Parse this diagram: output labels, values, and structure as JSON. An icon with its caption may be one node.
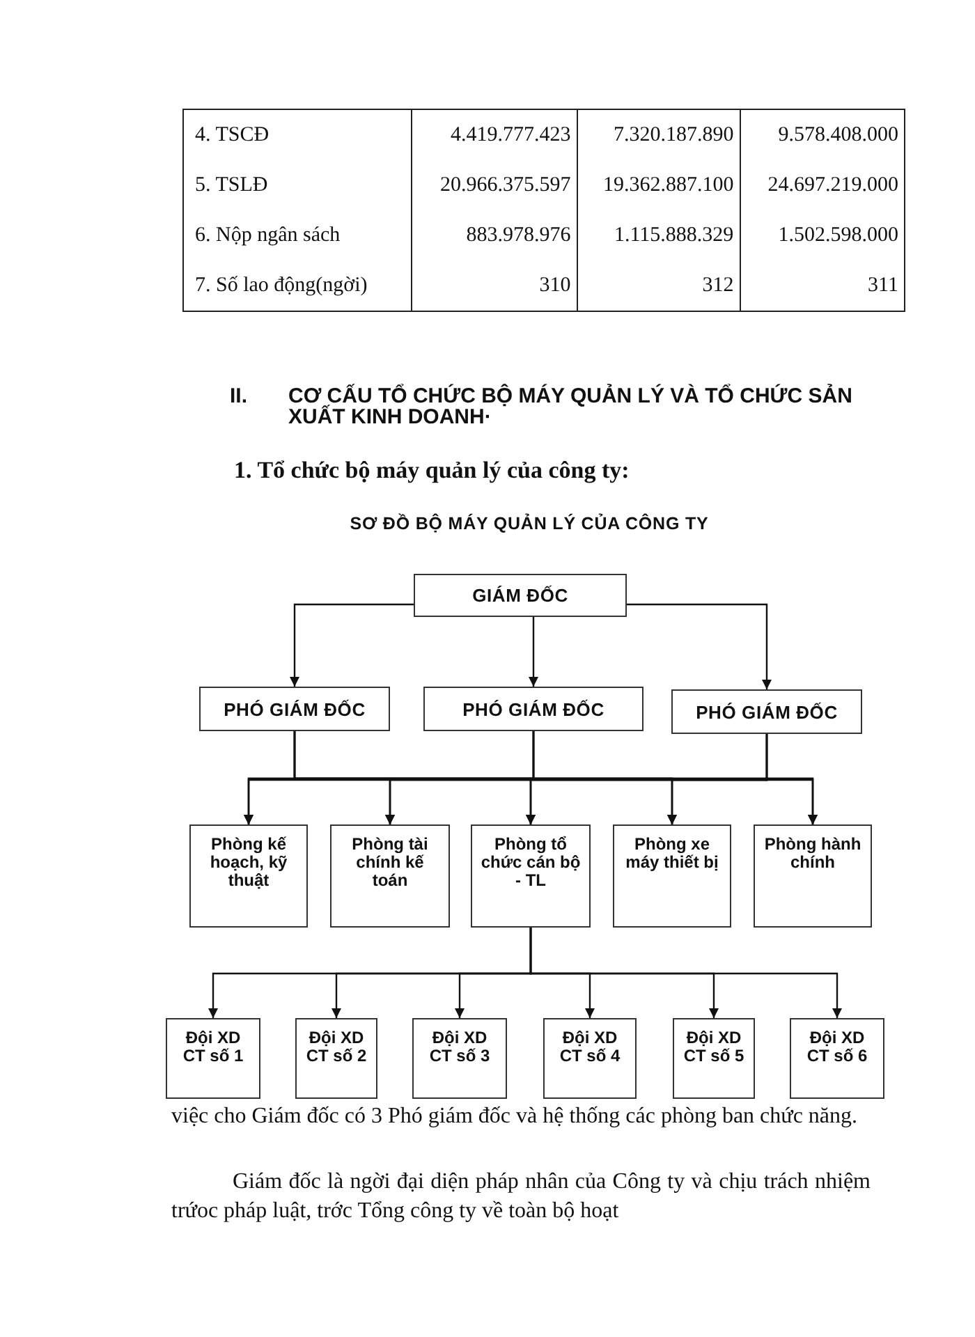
{
  "diagram": {
    "title": "SƠ ĐỒ BỘ MÁY QUẢN LÝ CỦA CÔNG TY",
    "nodes": [
      {
        "text": [
          "GIÁM ĐỐC"
        ]
      },
      {
        "text": [
          "PHÓ GIÁM ĐỐC"
        ]
      },
      {
        "text": [
          "PHÓ GIÁM ĐỐC"
        ]
      },
      {
        "text": [
          "PHÓ GIÁM ĐỐC"
        ]
      },
      {
        "text": [
          "Phòng kế hoạch, kỹ thuật"
        ]
      },
      {
        "text": [
          "Phòng tài chính kế toán"
        ]
      },
      {
        "text": [
          "Phòng tổ chức cán bộ - TL"
        ]
      },
      {
        "text": [
          "Phòng xe máy thiết bị"
        ]
      },
      {
        "text": [
          "Phòng hành chính"
        ]
      },
      {
        "text": [
          "Đội XD CT số 1"
        ]
      },
      {
        "text": [
          "Đội XD CT số 2"
        ]
      },
      {
        "text": [
          "Đội XD CT số 3"
        ]
      },
      {
        "text": [
          "Đội XD CT số 4"
        ]
      },
      {
        "text": [
          "Đội XD CT số 5"
        ]
      },
      {
        "text": [
          "Đội XD CT số 6"
        ]
      }
    ],
    "edges": [
      {
        "from": 0,
        "to": 1,
        "arrow": "to"
      },
      {
        "from": 0,
        "to": 2,
        "arrow": "to"
      },
      {
        "from": 0,
        "to": 3,
        "arrow": "to"
      },
      {
        "from": 1,
        "to": 4,
        "arrow": "to"
      },
      {
        "from": 1,
        "to": 5,
        "arrow": "to"
      },
      {
        "from": 1,
        "to": 6,
        "arrow": "to"
      },
      {
        "from": 1,
        "to": 7,
        "arrow": "to"
      },
      {
        "from": 1,
        "to": 8,
        "arrow": "to"
      },
      {
        "from": 2,
        "to": 4,
        "arrow": "to"
      },
      {
        "from": 2,
        "to": 5,
        "arrow": "to"
      },
      {
        "from": 2,
        "to": 6,
        "arrow": "to"
      },
      {
        "from": 2,
        "to": 7,
        "arrow": "to"
      },
      {
        "from": 2,
        "to": 8,
        "arrow": "to"
      },
      {
        "from": 3,
        "to": 4,
        "arrow": "to"
      },
      {
        "from": 3,
        "to": 5,
        "arrow": "to"
      },
      {
        "from": 3,
        "to": 6,
        "arrow": "to"
      },
      {
        "from": 3,
        "to": 7,
        "arrow": "to"
      },
      {
        "from": 3,
        "to": 8,
        "arrow": "to"
      },
      {
        "from": 6,
        "to": 9,
        "arrow": "to"
      },
      {
        "from": 6,
        "to": 10,
        "arrow": "to"
      },
      {
        "from": 6,
        "to": 11,
        "arrow": "to"
      },
      {
        "from": 6,
        "to": 12,
        "arrow": "to"
      },
      {
        "from": 6,
        "to": 13,
        "arrow": "to"
      },
      {
        "from": 6,
        "to": 14,
        "arrow": "to"
      }
    ],
    "labels": [
      "4. TSCĐ",
      "4.419.777.423",
      "7.320.187.890",
      "9.578.408.000",
      "5. TSLĐ",
      "20.966.375.597",
      "19.362.887.100",
      "24.697.219.000",
      "6. Nộp ngân sách",
      "883.978.976",
      "1.115.888.329",
      "1.502.598.000",
      "7. Số lao động(ngời)",
      "310",
      "312",
      "311",
      "II.",
      "CƠ CẤU TỔ CHỨC BỘ MÁY QUẢN LÝ VÀ TỔ CHỨC SẢN XUẤT KINH DOANH·",
      "1. Tổ chức bộ máy quản lý của công ty:",
      "việc cho Giám đốc có 3 Phó giám đốc và hệ thống các phòng ban chức năng.",
      "Giám đốc là ngời đại diện pháp nhân của Công ty và chịu trách nhiệm trứoc pháp luật, trớc Tổng công ty về toàn bộ hoạt"
    ]
  }
}
